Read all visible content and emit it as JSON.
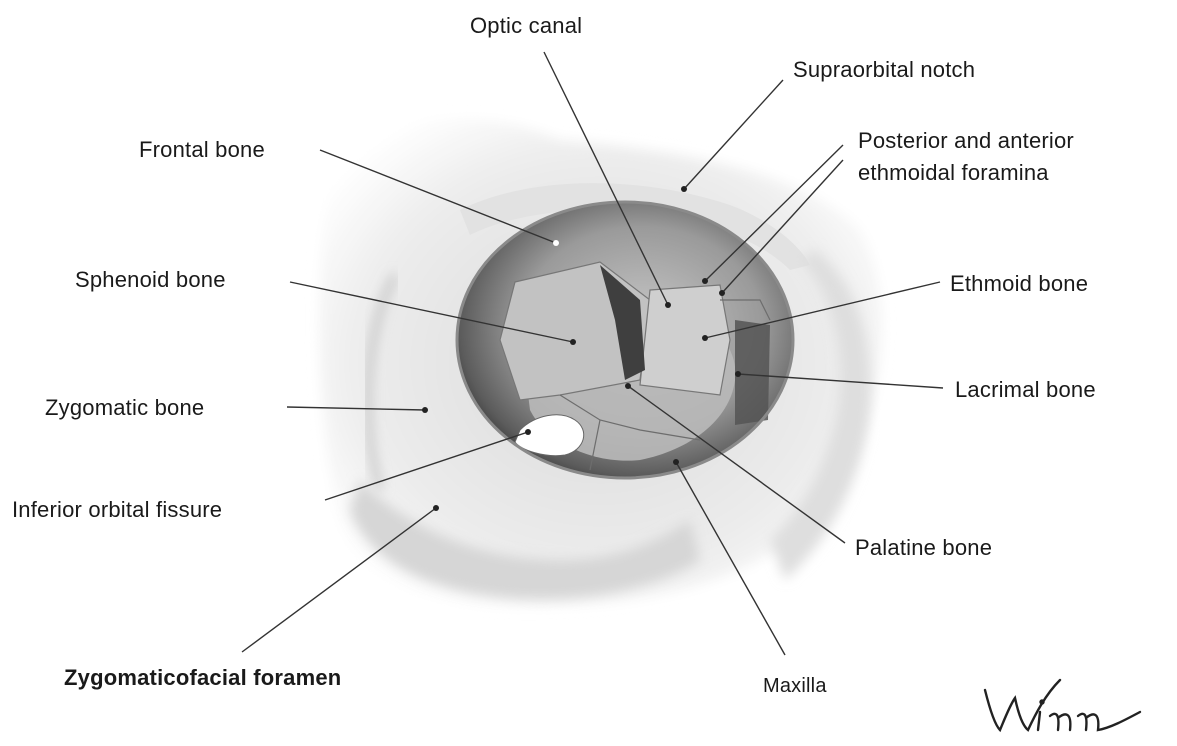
{
  "labels": {
    "optic_canal": "Optic canal",
    "supraorbital_notch": "Supraorbital  notch",
    "frontal_bone": "Frontal bone",
    "ethmoidal_foramina_line1": "Posterior and anterior",
    "ethmoidal_foramina_line2": "ethmoidal foramina",
    "sphenoid_bone": "Sphenoid bone",
    "ethmoid_bone": "Ethmoid bone",
    "zygomatic_bone": "Zygomatic bone",
    "lacrimal_bone": "Lacrimal bone",
    "inferior_orbital_fissure": "Inferior orbital fissure",
    "palatine_bone": "Palatine bone",
    "zygomaticofacial_foramen": "Zygomaticofacial foramen",
    "maxilla": "Maxilla"
  },
  "signature": "Winn",
  "colors": {
    "leader_line": "#333333",
    "label_text": "#1a1a1a"
  }
}
